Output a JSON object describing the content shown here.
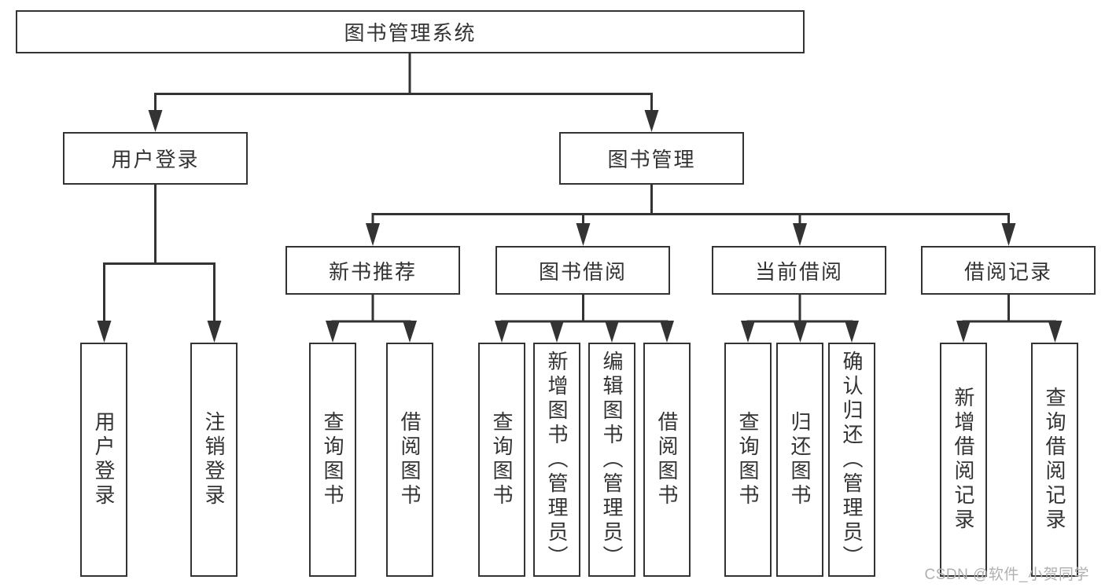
{
  "colors": {
    "line": "#333333",
    "text": "#333333",
    "watermark": "#b0b0b0",
    "background": "#ffffff"
  },
  "nodes": {
    "root": "图书管理系统",
    "user_login": "用户登录",
    "book_management": "图书管理",
    "new_book_recommend": "新书推荐",
    "book_borrow": "图书借阅",
    "current_borrow": "当前借阅",
    "borrow_records": "借阅记录"
  },
  "leaves": [
    "用户登录",
    "注销登录",
    "查询图书",
    "借阅图书",
    "查询图书",
    "新增图书（管理员）",
    "编辑图书（管理员）",
    "借阅图书",
    "查询图书",
    "归还图书",
    "确认归还（管理员）",
    "新增借阅记录",
    "查询借阅记录"
  ],
  "watermark": "CSDN @软件_小贺同学"
}
